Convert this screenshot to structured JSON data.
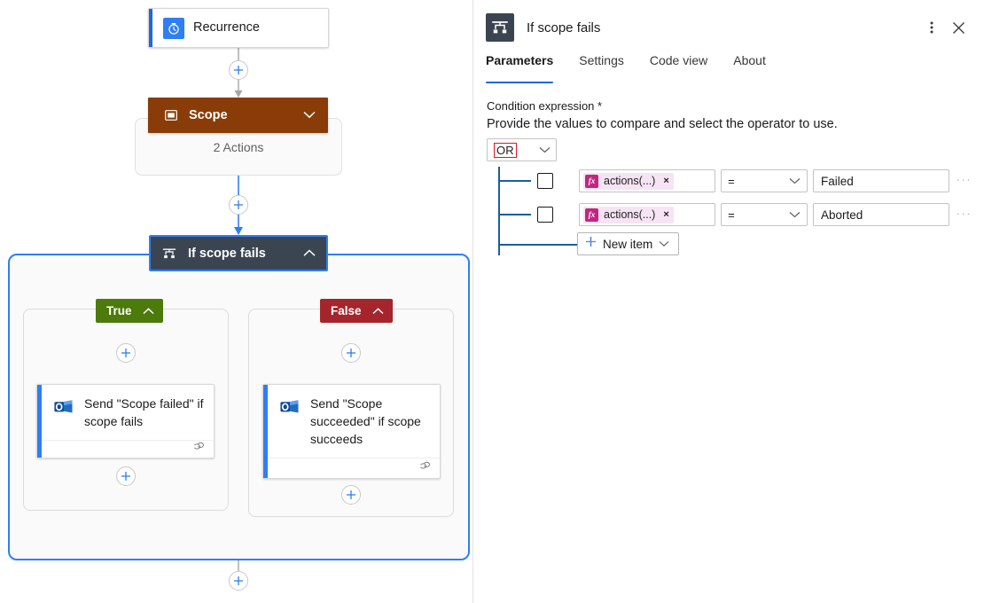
{
  "canvas": {
    "trigger": {
      "title": "Recurrence",
      "icon": "recurrence-clock-icon"
    },
    "scope": {
      "title": "Scope",
      "icon": "scope-rectangle-icon",
      "actions_summary": "2 Actions",
      "chevron": "chevron-down-icon",
      "color": "#8a3c08"
    },
    "condition": {
      "title": "If scope fails",
      "icon": "condition-branch-icon",
      "chevron": "chevron-up-icon",
      "header_color": "#3b4552",
      "selection_color": "#2f7ef5",
      "branches": [
        {
          "badge": "True",
          "badge_color": "#4c7a0b",
          "chevron": "chevron-up-icon",
          "action": {
            "label": "Send \"Scope failed\" if scope fails",
            "icon": "outlook-icon",
            "footer_icon": "retry-policy-icon"
          }
        },
        {
          "badge": "False",
          "badge_color": "#a4262c",
          "chevron": "chevron-up-icon",
          "action": {
            "label": "Send \"Scope succeeded\" if scope succeeds",
            "icon": "outlook-icon",
            "footer_icon": "retry-policy-icon"
          }
        }
      ]
    },
    "add_buttons": [
      {
        "name": "add-step-after-trigger"
      },
      {
        "name": "add-step-after-scope"
      },
      {
        "name": "add-step-true-before"
      },
      {
        "name": "add-step-true-after"
      },
      {
        "name": "add-step-false-before"
      },
      {
        "name": "add-step-false-after"
      },
      {
        "name": "add-step-after-condition"
      }
    ]
  },
  "panel": {
    "title": "If scope fails",
    "icon": "condition-branch-icon",
    "overflow_label": "⋮",
    "close_label": "✕",
    "tabs": [
      {
        "label": "Parameters",
        "active": true
      },
      {
        "label": "Settings",
        "active": false
      },
      {
        "label": "Code view",
        "active": false
      },
      {
        "label": "About",
        "active": false
      }
    ],
    "parameters": {
      "condition_label": "Condition expression *",
      "condition_hint": "Provide the values to compare and select the operator to use.",
      "logic_operator": {
        "value": "OR",
        "chevron": "chevron-down-icon",
        "highlight_color": "#e81123"
      },
      "rows": [
        {
          "checkbox_checked": false,
          "token": {
            "prefix": "fx",
            "text": "actions(...)",
            "remove": "×"
          },
          "operator": "=",
          "operator_chevron": "chevron-down-icon",
          "value": "Failed",
          "more": "···"
        },
        {
          "checkbox_checked": false,
          "token": {
            "prefix": "fx",
            "text": "actions(...)",
            "remove": "×"
          },
          "operator": "=",
          "operator_chevron": "chevron-down-icon",
          "value": "Aborted",
          "more": "···"
        }
      ],
      "new_item": {
        "label": "New item",
        "plus": "+",
        "chevron": "chevron-down-icon"
      }
    }
  }
}
